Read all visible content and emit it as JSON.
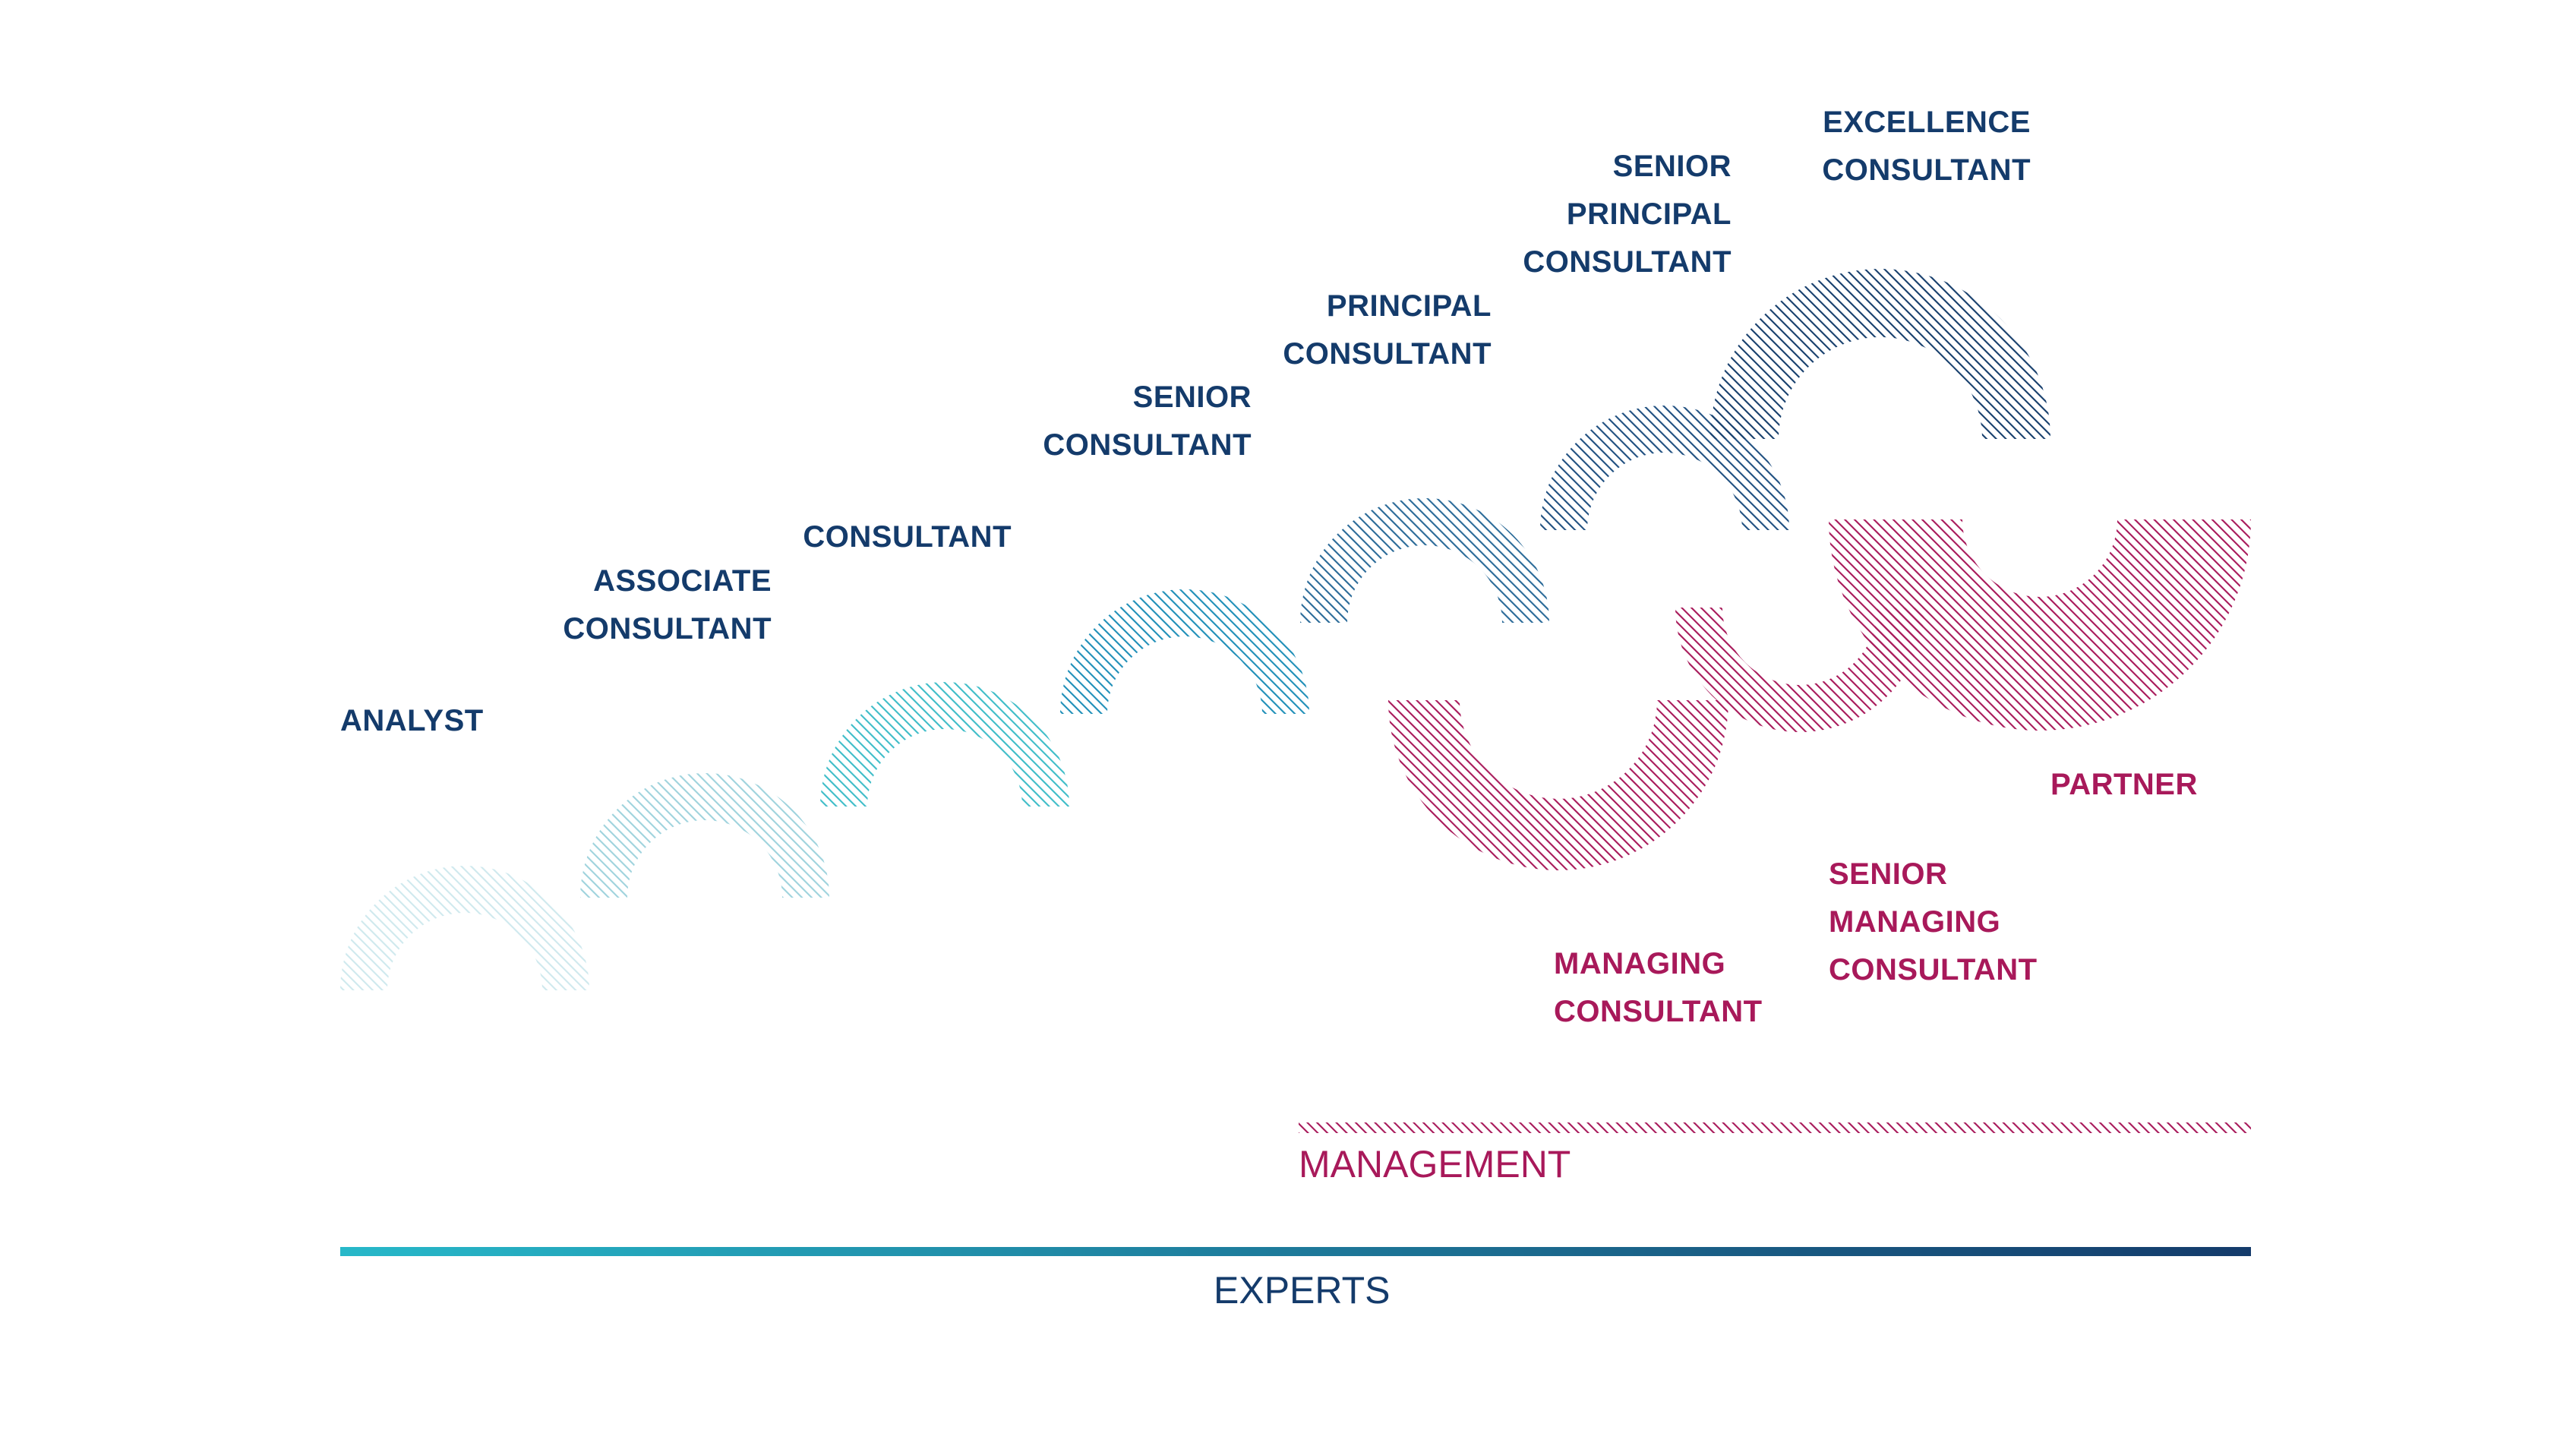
{
  "colors": {
    "expert_ramp": [
      "#cfe9ee",
      "#9fd3dd",
      "#3ebdc8",
      "#1f8fb8",
      "#2a7ea8",
      "#2a6a98",
      "#1f4f80",
      "#163e6c"
    ],
    "management": "#a8195a",
    "expert_text": "#143b6b",
    "experts_bar_start": "#27b8c9",
    "experts_bar_end": "#143b6b"
  },
  "expert_levels": [
    {
      "id": "analyst",
      "lines": [
        "ANALYST"
      ]
    },
    {
      "id": "associate-consultant",
      "lines": [
        "ASSOCIATE",
        "CONSULTANT"
      ]
    },
    {
      "id": "consultant",
      "lines": [
        "CONSULTANT"
      ]
    },
    {
      "id": "senior-consultant",
      "lines": [
        "SENIOR",
        "CONSULTANT"
      ]
    },
    {
      "id": "principal-consultant",
      "lines": [
        "PRINCIPAL",
        "CONSULTANT"
      ]
    },
    {
      "id": "senior-principal-consultant",
      "lines": [
        "SENIOR",
        "PRINCIPAL",
        "CONSULTANT"
      ]
    },
    {
      "id": "excellence-consultant",
      "lines": [
        "EXCELLENCE",
        "CONSULTANT"
      ]
    }
  ],
  "management_levels": [
    {
      "id": "managing-consultant",
      "lines": [
        "MANAGING",
        "CONSULTANT"
      ]
    },
    {
      "id": "senior-managing-consultant",
      "lines": [
        "SENIOR",
        "MANAGING",
        "CONSULTANT"
      ]
    },
    {
      "id": "partner",
      "lines": [
        "PARTNER"
      ]
    }
  ],
  "tracks": {
    "management_label": "MANAGEMENT",
    "experts_label": "EXPERTS"
  }
}
